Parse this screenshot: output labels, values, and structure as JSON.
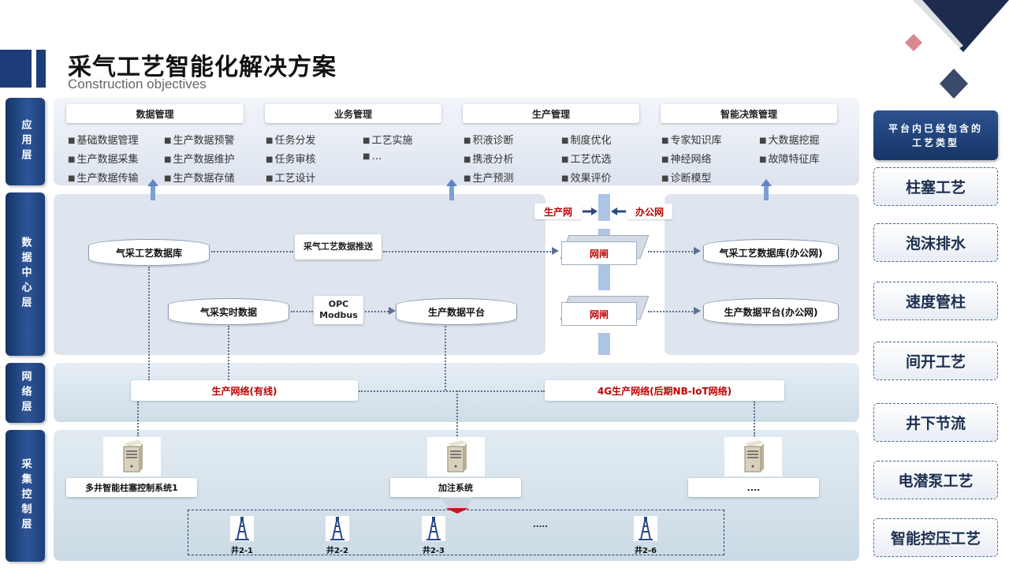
{
  "header": {
    "title": "采气工艺智能化解决方案",
    "subtitle": "Construction objectives"
  },
  "layers": {
    "app": "应用层",
    "datacenter": "数据中心层",
    "network": "网络层",
    "collection": "采集控制层"
  },
  "application": {
    "categories": [
      {
        "title": "数据管理",
        "items": [
          "基础数据管理",
          "生产数据预警",
          "生产数据采集",
          "生产数据维护",
          "生产数据传输",
          "生产数据存储"
        ]
      },
      {
        "title": "业务管理",
        "items": [
          "任务分发",
          "工艺实施",
          "任务审核",
          "…",
          "工艺设计"
        ]
      },
      {
        "title": "生产管理",
        "items": [
          "积液诊断",
          "制度优化",
          "携液分析",
          "工艺优选",
          "生产预测",
          "效果评价"
        ]
      },
      {
        "title": "智能决策管理",
        "items": [
          "专家知识库",
          "大数据挖掘",
          "神经网络",
          "故障特征库",
          "诊断模型"
        ]
      }
    ]
  },
  "datacenter": {
    "db_main": "气采工艺数据库",
    "push": "采气工艺数据推送",
    "realtime": "气采实时数据",
    "opc_line1": "OPC",
    "opc_line2": "Modbus",
    "platform": "生产数据平台",
    "prod_net": "生产网",
    "office_net": "办公网",
    "gate": "网闸",
    "db_office": "气采工艺数据库(办公网)",
    "platform_office": "生产数据平台(办公网)"
  },
  "network": {
    "wired": "生产网络(有线)",
    "wireless": "4G生产网络(后期NB-IoT网络)"
  },
  "collection": {
    "systems": [
      "多井智能柱塞控制系统1",
      "加注系统",
      "...."
    ],
    "wells": [
      "井2-1",
      "井2-2",
      "井2-3",
      "井2-6"
    ],
    "ellipsis": "....."
  },
  "right_panel": {
    "header": "平台内已经包含的工艺类型",
    "items": [
      "柱塞工艺",
      "泡沫排水",
      "速度管柱",
      "间开工艺",
      "井下节流",
      "电潜泵工艺",
      "智能控压工艺"
    ]
  },
  "colors": {
    "navy": "#1c3d7a",
    "accent_red": "#c00000",
    "deco_pink": "#d9888e",
    "deco_navy": "#1d2b4f"
  }
}
